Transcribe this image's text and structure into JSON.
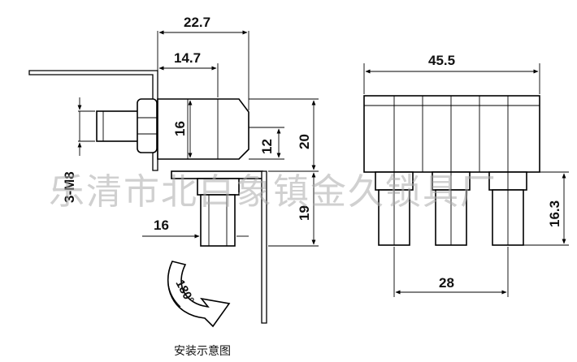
{
  "dimensions": {
    "total_depth": "22.7",
    "body_depth": "14.7",
    "body_height": "16",
    "face_height": "12",
    "total_height": "20",
    "thread": "3-M8",
    "shaft_length": "16",
    "pin_height": "19",
    "total_width": "45.5",
    "pin_height_right": "16.3",
    "pin_span": "28"
  },
  "rotation_label": "180°",
  "caption": "安装示意图",
  "watermark": "乐清市北白象镇金久锁具厂"
}
